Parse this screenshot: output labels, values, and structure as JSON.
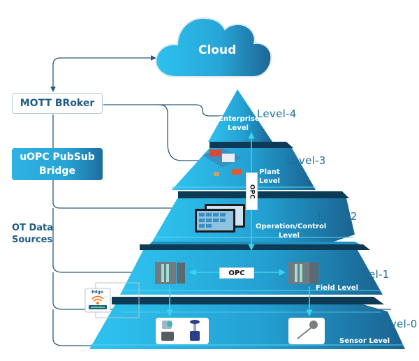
{
  "cloud": {
    "label": "Cloud",
    "icon": "cloud-icon"
  },
  "left_panel": {
    "mqtt_broker": "MOTT BRoker",
    "bridge_line1": "uOPC PubSub",
    "bridge_line2": "Bridge",
    "ot_line1": "OT Data",
    "ot_line2": "Sources",
    "edge_label": "Edge"
  },
  "pyramid": {
    "levels": [
      {
        "tag": "Level-4",
        "name_line1": "Enterprise",
        "name_line2": "Level"
      },
      {
        "tag": "Level-3",
        "name_line1": "Plant",
        "name_line2": "Level"
      },
      {
        "tag": "Level-2",
        "name_line1": "Operation/Control",
        "name_line2": "Level"
      },
      {
        "tag": "Level-1",
        "name_line1": "Field Level",
        "name_line2": ""
      },
      {
        "tag": "Level-0",
        "name_line1": "Sensor Level",
        "name_line2": ""
      }
    ],
    "opc_logo_text": "OPC"
  },
  "colors": {
    "tier_light": "#2fbde8",
    "tier_dark": "#1d6e9e",
    "line": "#2a5a7a",
    "arrow_cyan": "#39d4f0",
    "text_dark": "#1f5d86",
    "edge_orange": "#f07a22"
  }
}
